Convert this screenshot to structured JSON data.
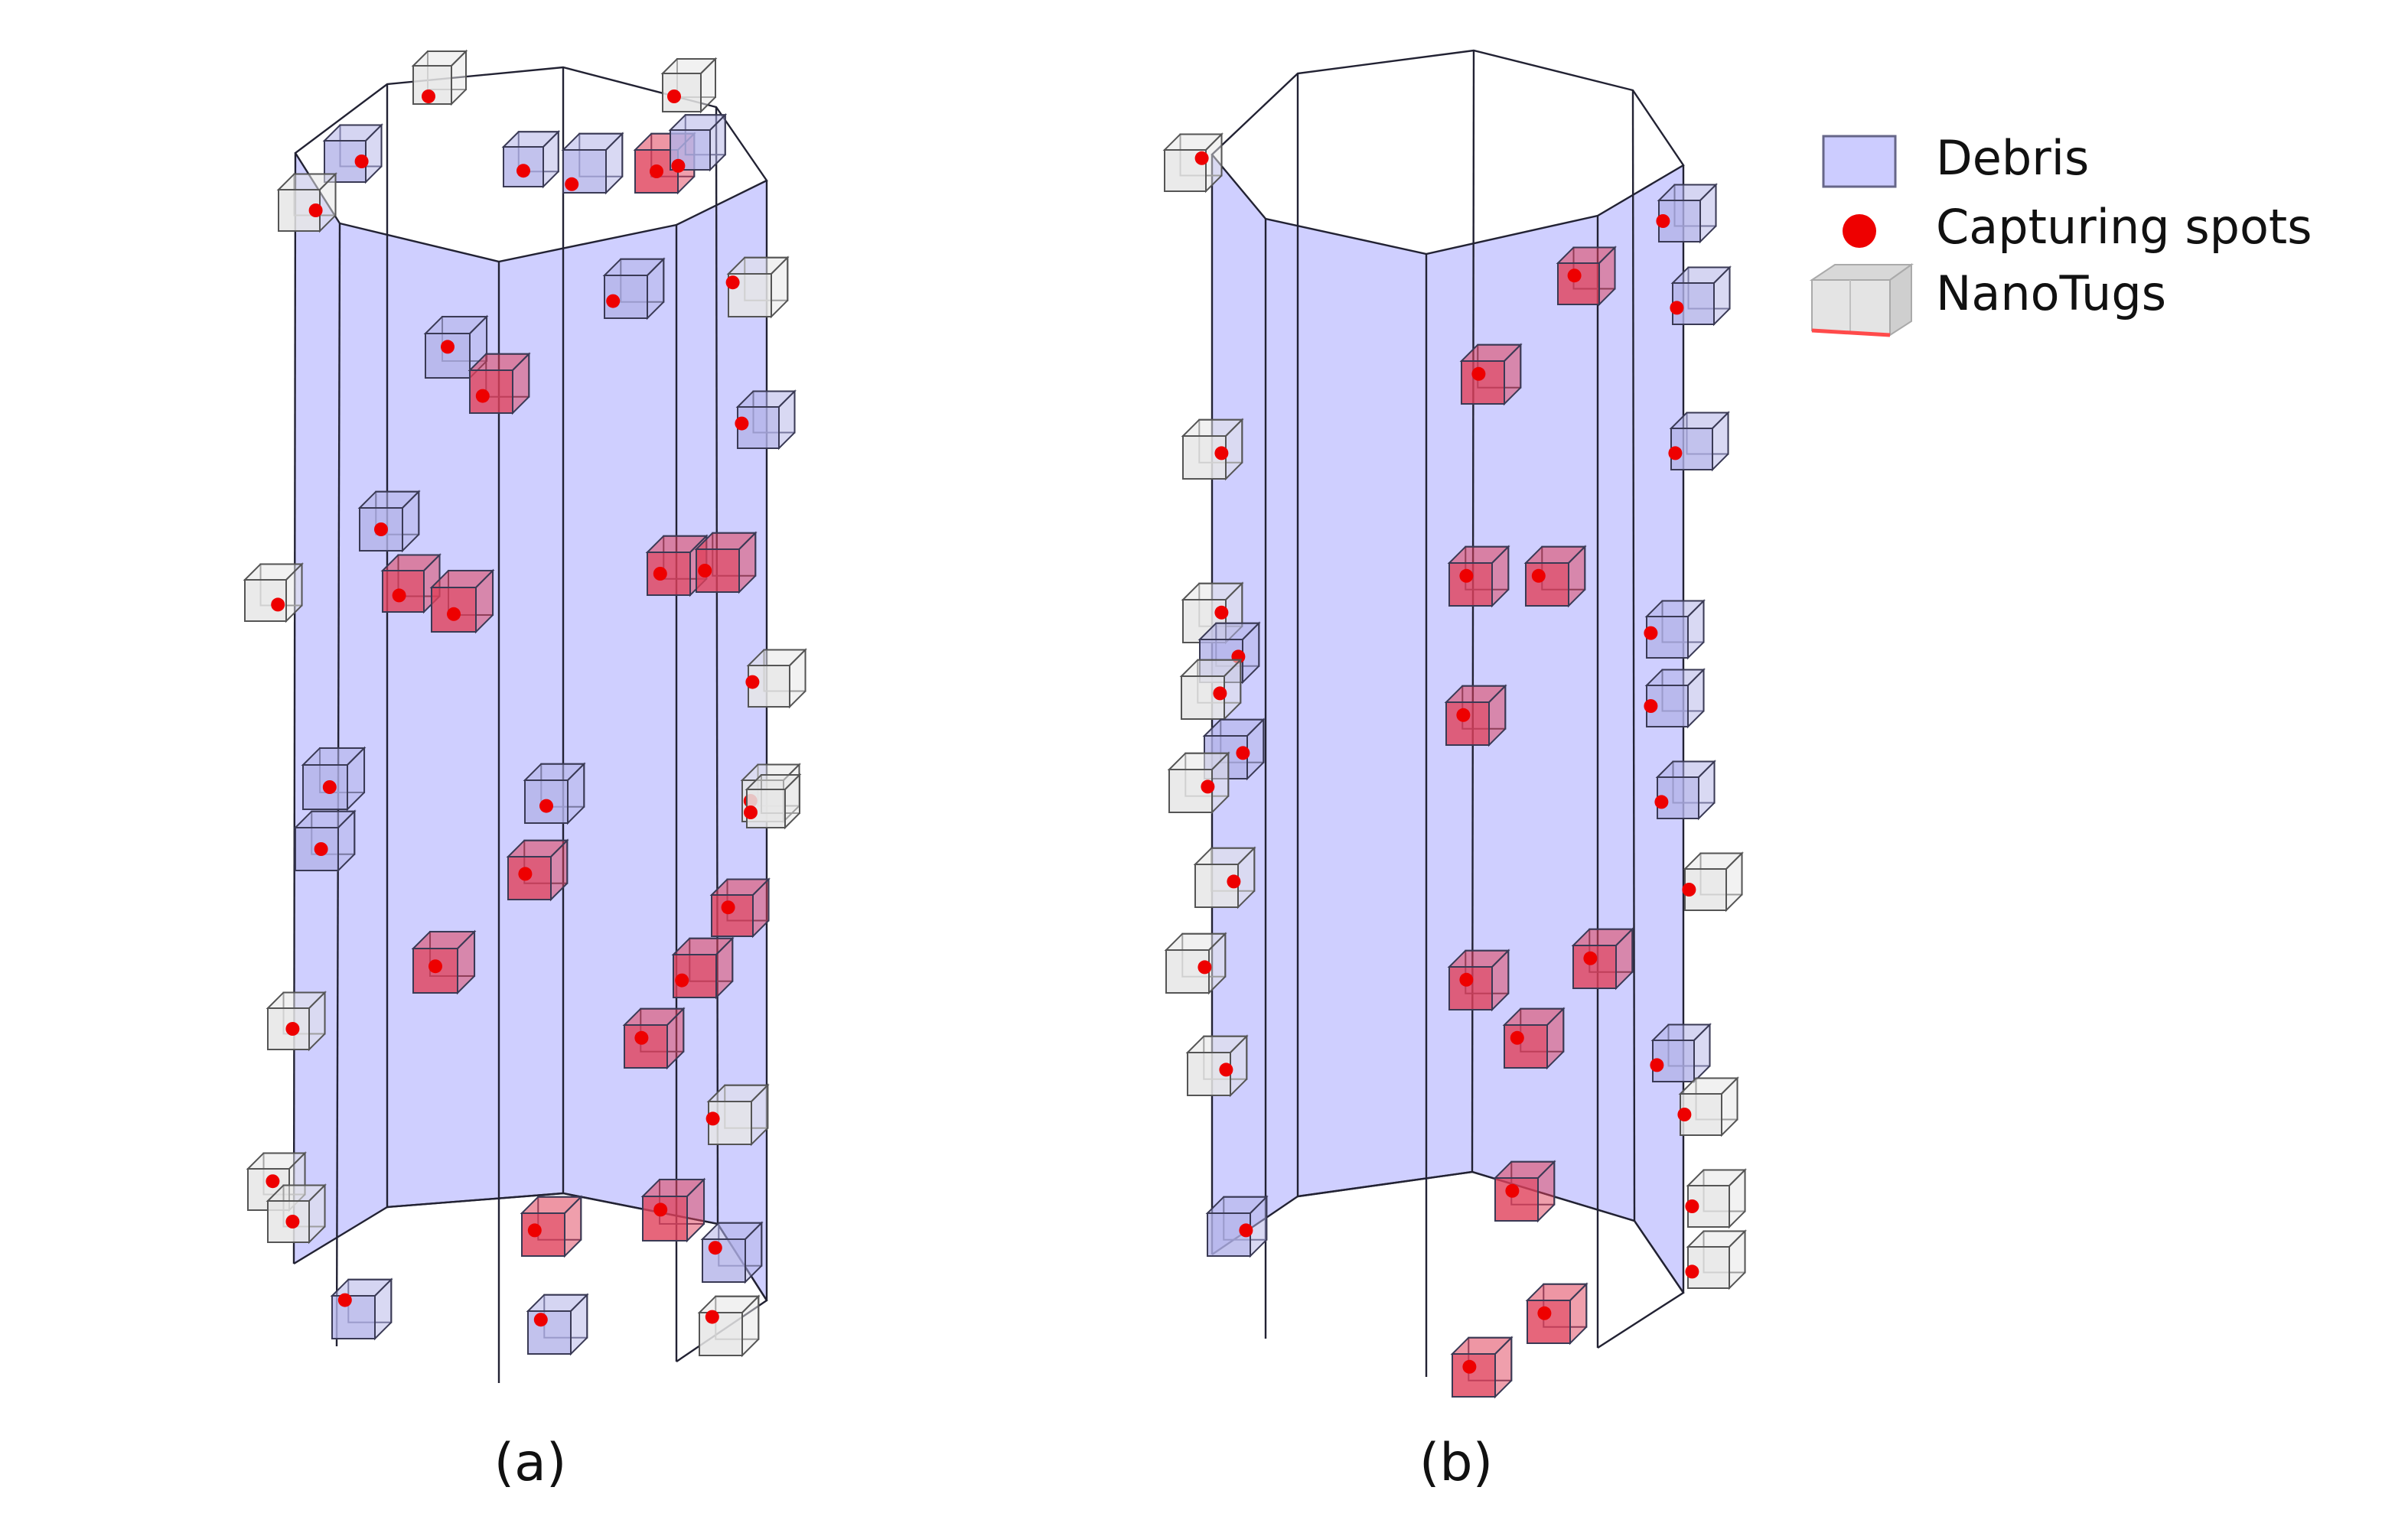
{
  "figure": {
    "panels": [
      {
        "id": "a",
        "caption": "(a)"
      },
      {
        "id": "b",
        "caption": "(b)"
      }
    ],
    "legend": {
      "debris": "Debris",
      "capturing_spots": "Capturing spots",
      "nanotugs": "NanoTugs"
    },
    "colors": {
      "debris_fill": "#ccccff",
      "debris_edge": "#222233",
      "capture_spot": "#ee0000",
      "nanotug_fill": "#e6e6e6",
      "nanotug_edge": "#555555",
      "nanotug_attached": "#e0405a"
    }
  }
}
